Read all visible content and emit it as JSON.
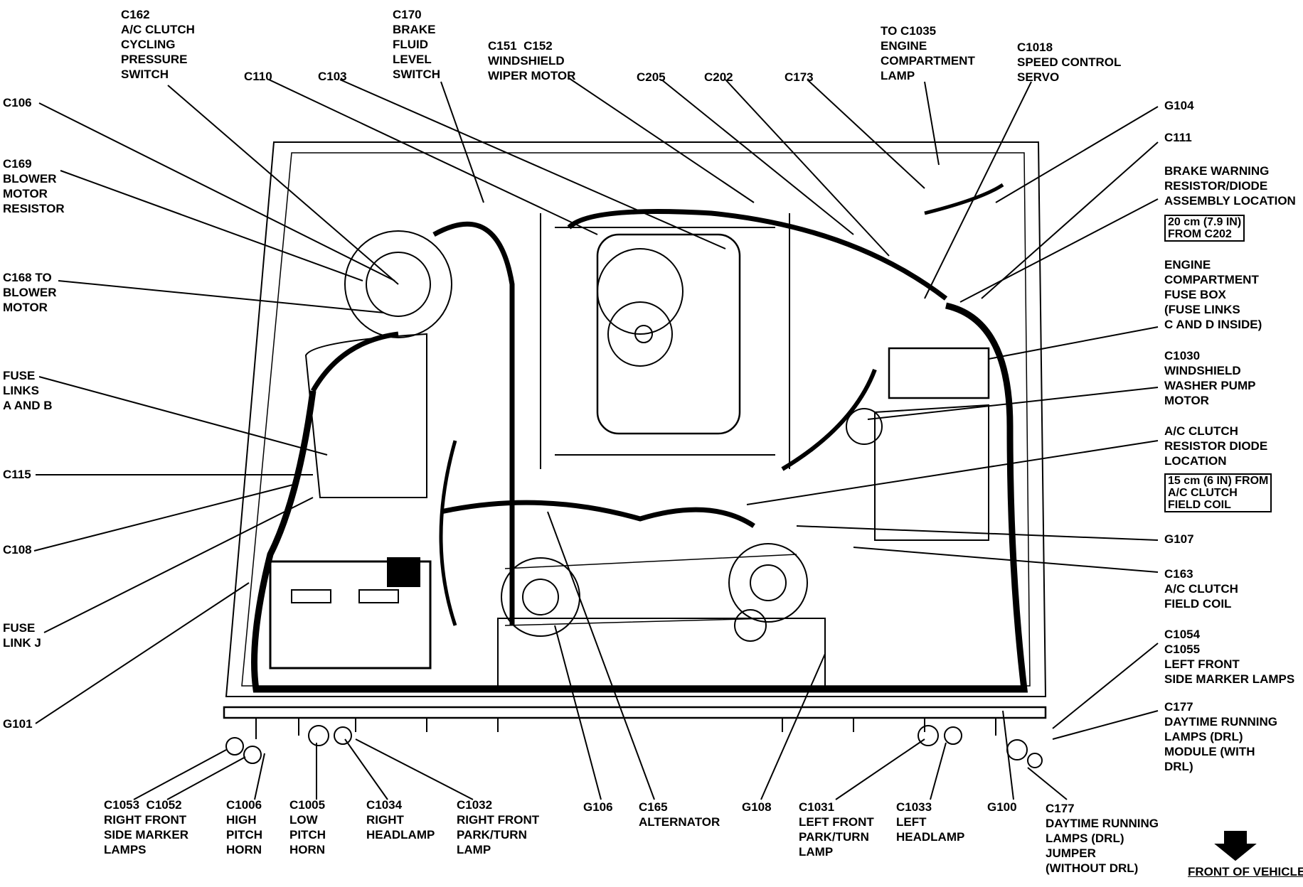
{
  "labels": {
    "c162": "C162\nA/C CLUTCH\nCYCLING\nPRESSURE\nSWITCH",
    "c170": "C170\nBRAKE\nFLUID\nLEVEL\nSWITCH",
    "c151_c152": "C151  C152\nWINDSHIELD\nWIPER MOTOR",
    "c110": "C110",
    "c103": "C103",
    "c205": "C205",
    "c202": "C202",
    "c173": "C173",
    "to_c1035": "TO C1035\nENGINE\nCOMPARTMENT\nLAMP",
    "c1018": "C1018\nSPEED CONTROL\nSERVO",
    "c106": "C106",
    "g104": "G104",
    "c169": "C169\nBLOWER\nMOTOR\nRESISTOR",
    "c111": "C111",
    "brake_warning": "BRAKE WARNING\nRESISTOR/DIODE\nASSEMBLY LOCATION",
    "brake_warning_box": "20 cm (7.9 IN)\nFROM C202",
    "c168": "C168 TO\nBLOWER\nMOTOR",
    "fuse_box": "ENGINE\nCOMPARTMENT\nFUSE BOX\n(FUSE LINKS\nC AND D INSIDE)",
    "c1030": "C1030\nWINDSHIELD\nWASHER PUMP\nMOTOR",
    "fuse_links_ab": "FUSE\nLINKS\nA AND B",
    "ac_diode": "A/C CLUTCH\nRESISTOR DIODE\nLOCATION",
    "ac_diode_box": "15 cm (6 IN) FROM\nA/C CLUTCH\nFIELD COIL",
    "c115": "C115",
    "c108": "C108",
    "g107": "G107",
    "c163": "C163\nA/C CLUTCH\nFIELD COIL",
    "fuse_link_j": "FUSE\nLINK J",
    "c1054_c1055": "C1054\nC1055\nLEFT FRONT\nSIDE MARKER LAMPS",
    "c177_top": "C177\nDAYTIME RUNNING\nLAMPS (DRL)\nMODULE (WITH\nDRL)",
    "g101": "G101",
    "c1053_c1052": "C1053  C1052\nRIGHT FRONT\nSIDE MARKER\nLAMPS",
    "c1006": "C1006\nHIGH\nPITCH\nHORN",
    "c1005": "C1005\nLOW\nPITCH\nHORN",
    "c1034": "C1034\nRIGHT\nHEADLAMP",
    "c1032": "C1032\nRIGHT FRONT\nPARK/TURN\nLAMP",
    "g106": "G106",
    "c165": "C165\nALTERNATOR",
    "g108": "G108",
    "c1031": "C1031\nLEFT FRONT\nPARK/TURN\nLAMP",
    "c1033": "C1033\nLEFT\nHEADLAMP",
    "g100": "G100",
    "c177_bottom": "C177\nDAYTIME RUNNING\nLAMPS (DRL)\nJUMPER\n(WITHOUT DRL)",
    "front_of_vehicle": "FRONT OF VEHICLE"
  },
  "colors": {
    "ink": "#000000",
    "paper": "#ffffff"
  }
}
